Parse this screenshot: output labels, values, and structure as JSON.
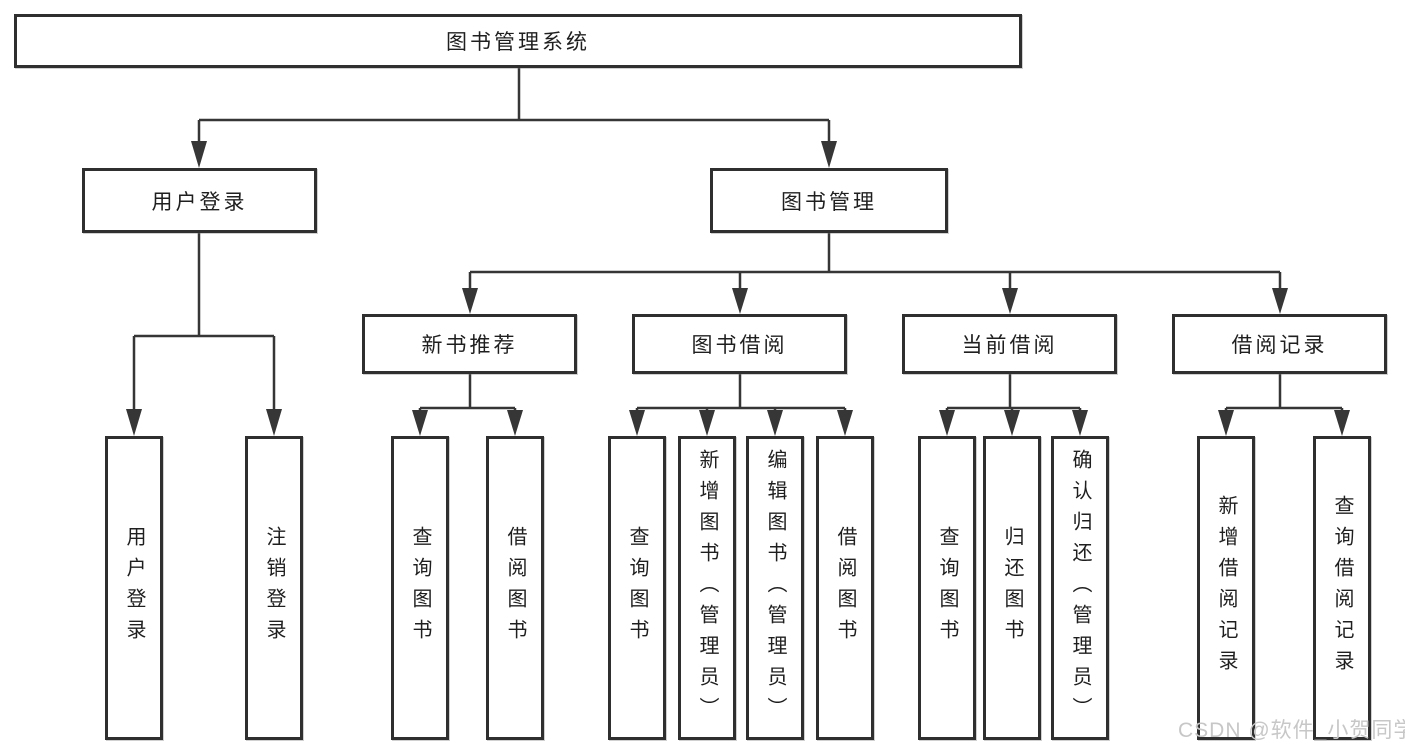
{
  "diagram": {
    "title": "图书管理系统",
    "root": {
      "label": "图书管理系统"
    },
    "level2": [
      {
        "id": "user-login",
        "label": "用户登录",
        "parent": "图书管理系统"
      },
      {
        "id": "book-management",
        "label": "图书管理",
        "parent": "图书管理系统"
      }
    ],
    "level3": [
      {
        "id": "new-book-recommend",
        "label": "新书推荐",
        "parent": "图书管理"
      },
      {
        "id": "book-borrow",
        "label": "图书借阅",
        "parent": "图书管理"
      },
      {
        "id": "current-borrow",
        "label": "当前借阅",
        "parent": "图书管理"
      },
      {
        "id": "borrow-records",
        "label": "借阅记录",
        "parent": "图书管理"
      }
    ],
    "leaves": [
      {
        "label": "用户登录",
        "parent": "用户登录"
      },
      {
        "label": "注销登录",
        "parent": "用户登录"
      },
      {
        "label": "查询图书",
        "parent": "新书推荐"
      },
      {
        "label": "借阅图书",
        "parent": "新书推荐"
      },
      {
        "label": "查询图书",
        "parent": "图书借阅"
      },
      {
        "label": "新增图书（管理员）",
        "parent": "图书借阅"
      },
      {
        "label": "编辑图书（管理员）",
        "parent": "图书借阅"
      },
      {
        "label": "借阅图书",
        "parent": "图书借阅"
      },
      {
        "label": "查询图书",
        "parent": "当前借阅"
      },
      {
        "label": "归还图书",
        "parent": "当前借阅"
      },
      {
        "label": "确认归还（管理员）",
        "parent": "当前借阅"
      },
      {
        "label": "新增借阅记录",
        "parent": "借阅记录"
      },
      {
        "label": "查询借阅记录",
        "parent": "借阅记录"
      }
    ]
  },
  "watermark": {
    "text": "CSDN @软件_小贺同学"
  },
  "colors": {
    "line": "#363636",
    "box_border": "#2f2f2f",
    "box_fill": "#ffffff",
    "text": "#1f1f1f",
    "watermark": "#c7c7c7",
    "background": "#ffffff"
  }
}
